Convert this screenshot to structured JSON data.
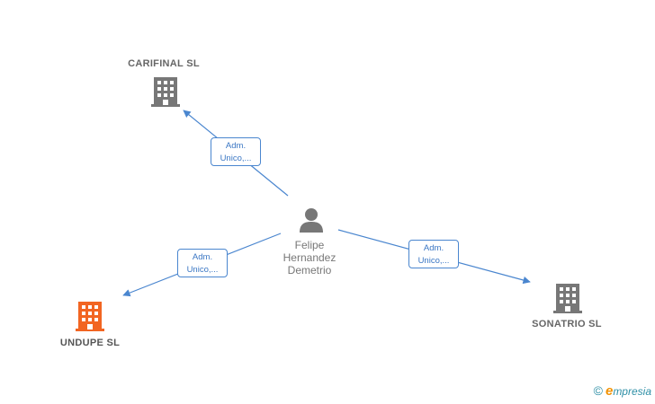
{
  "nodes": {
    "carifinal": {
      "label": "CARIFINAL  SL",
      "icon": "building-icon",
      "color": "#777777"
    },
    "sonatrio": {
      "label": "SONATRIO  SL",
      "icon": "building-icon",
      "color": "#777777"
    },
    "undupe": {
      "label": "UNDUPE  SL",
      "icon": "building-icon",
      "color": "#f26522"
    },
    "person": {
      "line1": "Felipe",
      "line2": "Hernandez",
      "line3": "Demetrio",
      "icon": "person-icon",
      "color": "#777777"
    }
  },
  "edges": {
    "to_carifinal": {
      "line1": "Adm.",
      "line2": "Unico,..."
    },
    "to_sonatrio": {
      "line1": "Adm.",
      "line2": "Unico,..."
    },
    "to_undupe": {
      "line1": "Adm.",
      "line2": "Unico,..."
    }
  },
  "colors": {
    "edge": "#4a86cf"
  },
  "watermark": {
    "symbol": "©",
    "e": "e",
    "brand": "mpresia"
  }
}
